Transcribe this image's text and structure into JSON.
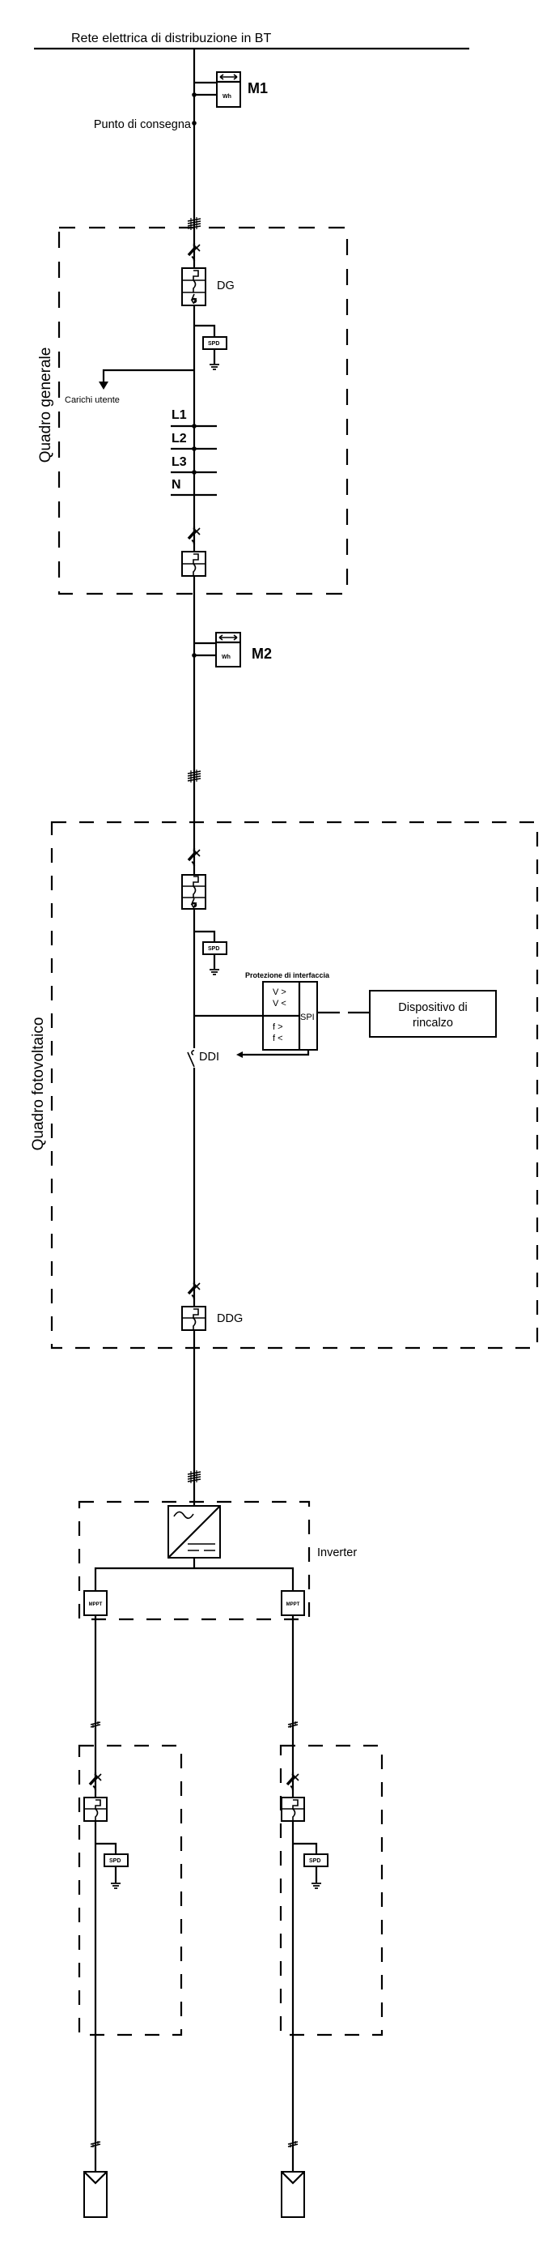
{
  "diagram": {
    "grid_label": "Rete elettrica di distribuzione in BT",
    "delivery_point_label": "Punto di consegna",
    "meters": [
      {
        "id": "M1",
        "label": "M1",
        "unit": "Wh"
      },
      {
        "id": "M2",
        "label": "M2",
        "unit": "Wh"
      }
    ],
    "quadro_generale": {
      "title": "Quadro generale",
      "main_breaker_label": "DG",
      "spd_label": "SPD",
      "loads_label": "Carichi utente",
      "bus_labels": [
        "L1",
        "L2",
        "L3",
        "N"
      ]
    },
    "quadro_fotovoltaico": {
      "title": "Quadro fotovoltaico",
      "spd_label": "SPD",
      "interface_protection_title": "Protezione di interfaccia",
      "spi_label": "SPI",
      "spi_functions": [
        "V >",
        "V <",
        "f >",
        "f <"
      ],
      "backup_device_label_line1": "Dispositivo di",
      "backup_device_label_line2": "rincalzo",
      "interface_switch_label": "DDI",
      "generator_breaker_label": "DDG"
    },
    "inverter": {
      "label": "Inverter",
      "mppt_labels": [
        "MPPT",
        "MPPT"
      ]
    },
    "strings": [
      {
        "spd_label": "SPD"
      },
      {
        "spd_label": "SPD"
      }
    ]
  }
}
